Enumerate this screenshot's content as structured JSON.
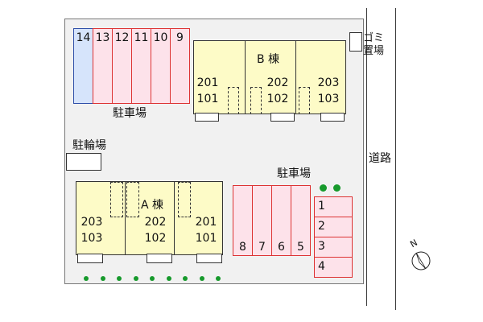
{
  "labels": {
    "parking_top": "駐車場",
    "parking_right": "駐車場",
    "bicycle": "駐輪場",
    "road": "道路",
    "garbage_1": "ゴミ",
    "garbage_2": "置場",
    "building_a": "A 棟",
    "building_b": "B 棟",
    "north": "N"
  },
  "top_spaces": [
    {
      "num": "14",
      "color": "blue"
    },
    {
      "num": "13",
      "color": "pink"
    },
    {
      "num": "12",
      "color": "pink"
    },
    {
      "num": "11",
      "color": "pink"
    },
    {
      "num": "10",
      "color": "pink"
    },
    {
      "num": "9",
      "color": "pink"
    }
  ],
  "bottom_spaces": [
    "8",
    "7",
    "6",
    "5"
  ],
  "side_spaces": [
    "1",
    "2",
    "3",
    "4"
  ],
  "building_b_units": [
    {
      "upper": "201",
      "lower": "101"
    },
    {
      "upper": "202",
      "lower": "102"
    },
    {
      "upper": "203",
      "lower": "103"
    }
  ],
  "building_a_units": [
    {
      "upper": "203",
      "lower": "103"
    },
    {
      "upper": "202",
      "lower": "102"
    },
    {
      "upper": "201",
      "lower": "101"
    }
  ],
  "colors": {
    "building": "#fdfbc7",
    "parking_pink": "#fde2ea",
    "parking_blue": "#d6e4fb",
    "tree": "#179a2c",
    "lot": "#f1f1f1"
  }
}
